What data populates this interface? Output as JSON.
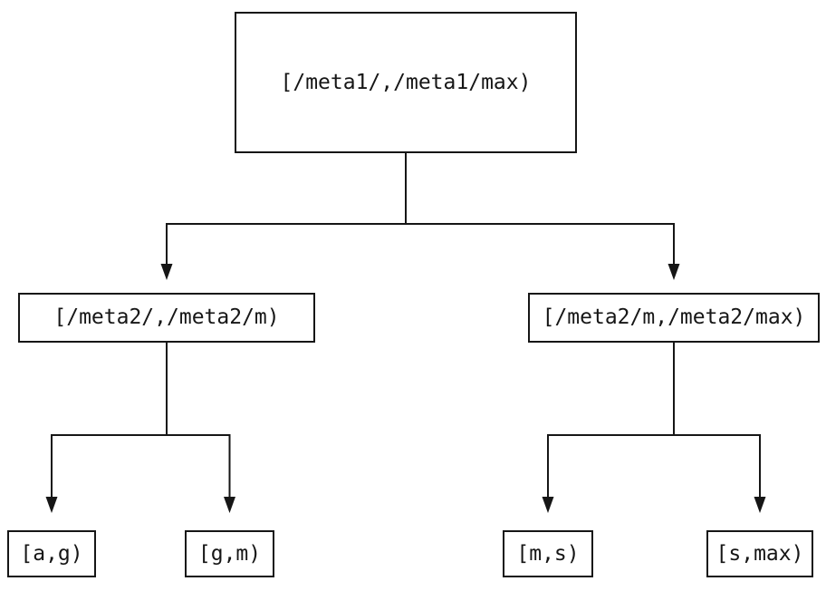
{
  "diagram": {
    "type": "tree",
    "background_color": "#ffffff",
    "line_color": "#161616",
    "text_color": "#161616",
    "nodes": {
      "root": {
        "label": "[/meta1/,/meta1/max)"
      },
      "left": {
        "label": "[/meta2/,/meta2/m)"
      },
      "right": {
        "label": "[/meta2/m,/meta2/max)"
      },
      "left_left": {
        "label": "[a,g)"
      },
      "left_right": {
        "label": "[g,m)"
      },
      "right_left": {
        "label": "[m,s)"
      },
      "right_right": {
        "label": "[s,max)"
      }
    },
    "edges": [
      {
        "from": "root",
        "to": "left"
      },
      {
        "from": "root",
        "to": "right"
      },
      {
        "from": "left",
        "to": "left_left"
      },
      {
        "from": "left",
        "to": "left_right"
      },
      {
        "from": "right",
        "to": "right_left"
      },
      {
        "from": "right",
        "to": "right_right"
      }
    ]
  }
}
